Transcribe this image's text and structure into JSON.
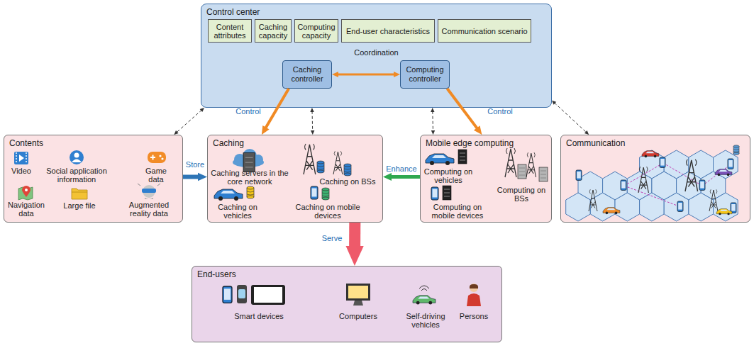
{
  "diagram": {
    "nodes": [
      {
        "text": [
          "Control center",
          "Coordination"
        ]
      },
      {
        "text": [
          "Content attributes"
        ],
        "in": 0
      },
      {
        "text": [
          "Caching capacity"
        ],
        "in": 0
      },
      {
        "text": [
          "Computing capacity"
        ],
        "in": 0
      },
      {
        "text": [
          "End-user characteristics"
        ],
        "in": 0
      },
      {
        "text": [
          "Communication scenario"
        ],
        "in": 0
      },
      {
        "text": [
          "Caching controller"
        ],
        "in": 0
      },
      {
        "text": [
          "Computing controller"
        ],
        "in": 0
      },
      {
        "text": [
          "Contents"
        ]
      },
      {
        "text": [
          "Caching"
        ]
      },
      {
        "text": [
          "Mobile edge computing"
        ]
      },
      {
        "text": [
          "Communication"
        ]
      },
      {
        "text": [
          "End-users"
        ]
      }
    ],
    "edges": [
      {
        "from": 0,
        "to": 8,
        "arrow": "both"
      },
      {
        "from": 0,
        "to": 9,
        "arrow": "both"
      },
      {
        "from": 0,
        "to": 10,
        "arrow": "both"
      },
      {
        "from": 0,
        "to": 11,
        "arrow": "both"
      },
      {
        "from": 6,
        "to": 9,
        "label": "Control",
        "arrow": "to"
      },
      {
        "from": 7,
        "to": 10,
        "label": "Control",
        "arrow": "to"
      },
      {
        "from": 6,
        "to": 7,
        "arrow": "both"
      },
      {
        "from": 8,
        "to": 9,
        "label": "Store",
        "arrow": "to"
      },
      {
        "from": 10,
        "to": 9,
        "label": "Enhance",
        "arrow": "to"
      },
      {
        "from": 9,
        "to": 12,
        "label": "Serve",
        "arrow": "to"
      }
    ],
    "labels": [
      "Video",
      "Social application information",
      "Game data",
      "Navigation data",
      "Large file",
      "Augmented reality data",
      "Caching servers in the core network",
      "Caching on BSs",
      "Caching on vehicles",
      "Caching on mobile devices",
      "Computing on vehicles",
      "Computing on mobile devices",
      "Computing on BSs",
      "Smart devices",
      "Computers",
      "Self-driving vehicles",
      "Persons"
    ]
  }
}
